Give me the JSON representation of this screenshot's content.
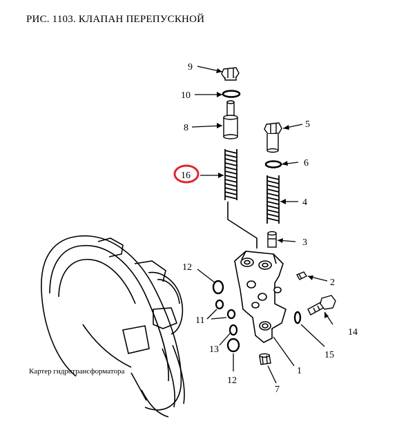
{
  "title": "РИС. 1103. КЛАПАН ПЕРЕПУСКНОЙ",
  "housing_caption": "Картер гидротрансформатора",
  "parts": [
    {
      "id": "p9",
      "number": "9"
    },
    {
      "id": "p10",
      "number": "10"
    },
    {
      "id": "p8",
      "number": "8"
    },
    {
      "id": "p16",
      "number": "16"
    },
    {
      "id": "p5",
      "number": "5"
    },
    {
      "id": "p6",
      "number": "6"
    },
    {
      "id": "p4",
      "number": "4"
    },
    {
      "id": "p3",
      "number": "3"
    },
    {
      "id": "p2",
      "number": "2"
    },
    {
      "id": "p12a",
      "number": "12"
    },
    {
      "id": "p11",
      "number": "11"
    },
    {
      "id": "p13",
      "number": "13"
    },
    {
      "id": "p12b",
      "number": "12"
    },
    {
      "id": "p14",
      "number": "14"
    },
    {
      "id": "p15",
      "number": "15"
    },
    {
      "id": "p1",
      "number": "1"
    },
    {
      "id": "p7",
      "number": "7"
    }
  ],
  "highlight": {
    "part": "16",
    "color": "#e0262b"
  },
  "colors": {
    "ink": "#000000",
    "highlight": "#e0262b",
    "background": "#ffffff"
  }
}
